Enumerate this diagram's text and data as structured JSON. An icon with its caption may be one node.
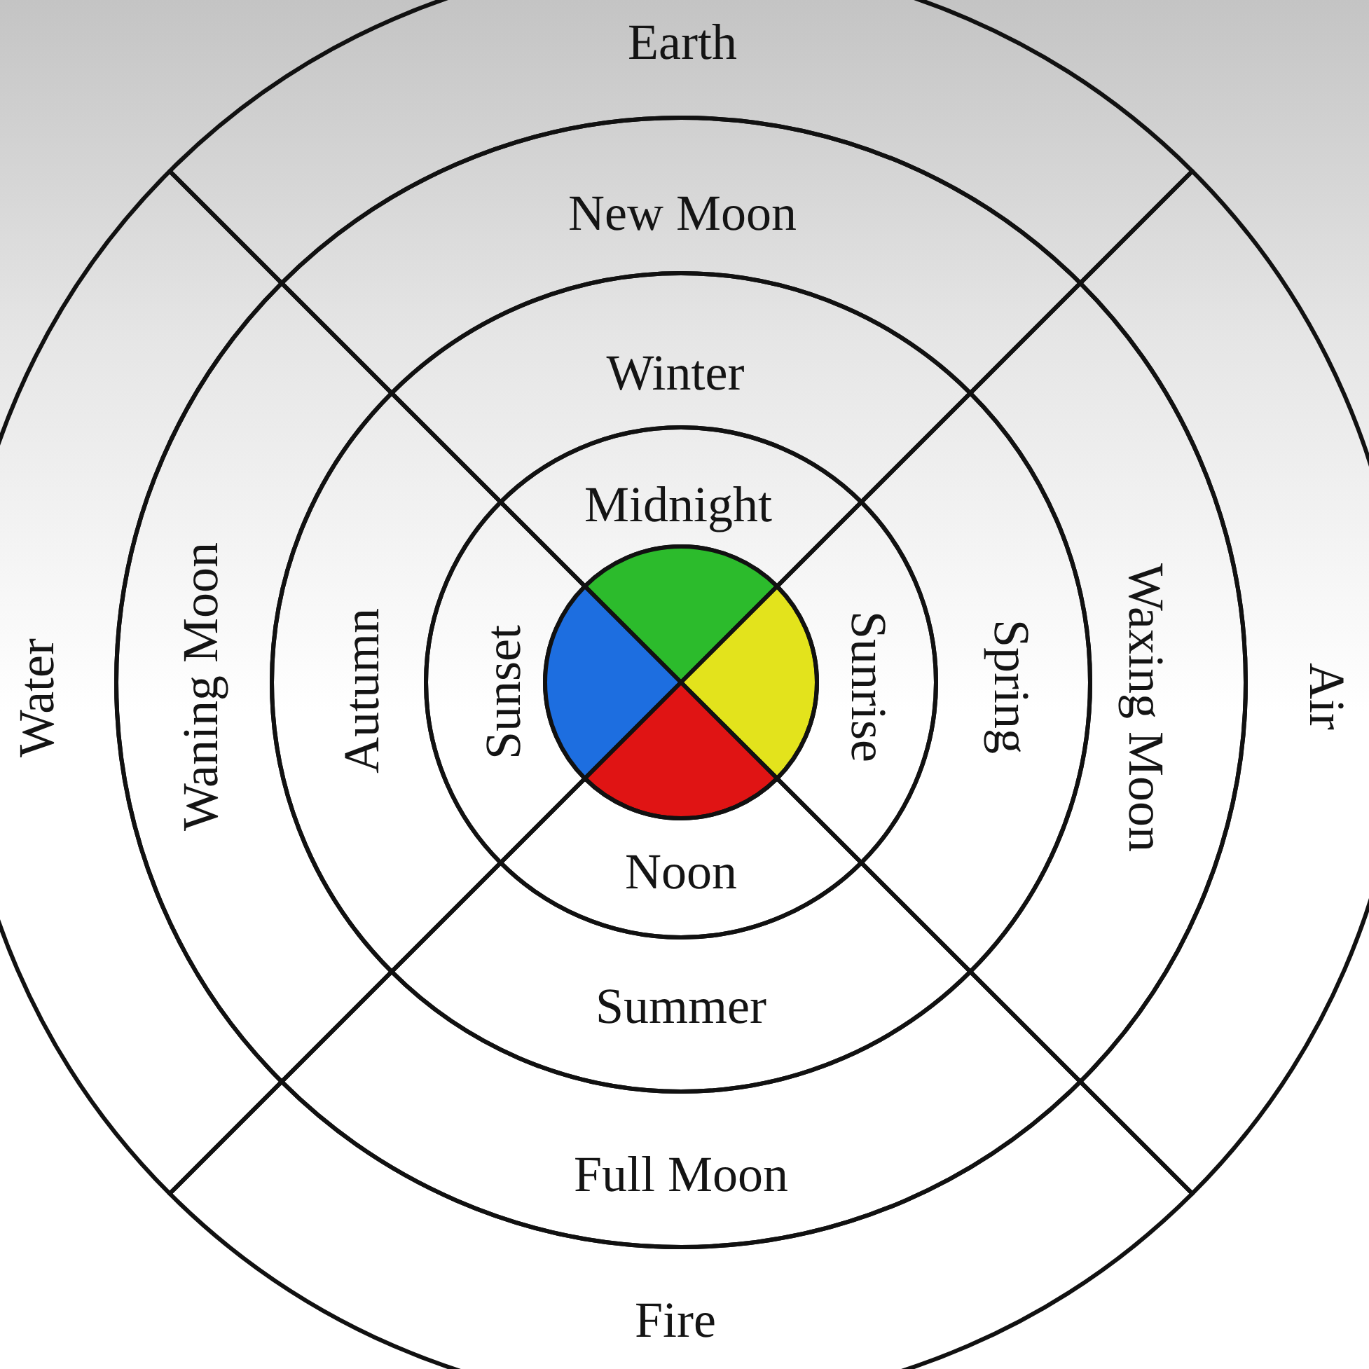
{
  "diagram": {
    "nodes": [
      {
        "text": [
          "Earth"
        ]
      },
      {
        "text": [
          "New Moon"
        ]
      },
      {
        "text": [
          "Winter"
        ]
      },
      {
        "text": [
          "Midnight"
        ]
      },
      {
        "text": [],
        "shape": "wedge"
      },
      {
        "text": [
          "Water"
        ]
      },
      {
        "text": [
          "Waning Moon"
        ]
      },
      {
        "text": [
          "Autumn"
        ]
      },
      {
        "text": [
          "Sunset"
        ]
      },
      {
        "text": [],
        "shape": "wedge"
      },
      {
        "text": [],
        "shape": "wedge"
      },
      {
        "text": [
          "Sunrise"
        ]
      },
      {
        "text": [
          "Spring"
        ]
      },
      {
        "text": [
          "Waxing Moon"
        ]
      },
      {
        "text": [
          "Air"
        ]
      },
      {
        "text": [],
        "shape": "wedge"
      },
      {
        "text": [
          "Noon"
        ]
      },
      {
        "text": [
          "Summer"
        ]
      },
      {
        "text": [
          "Full Moon"
        ]
      },
      {
        "text": [
          "Fire"
        ]
      }
    ]
  }
}
